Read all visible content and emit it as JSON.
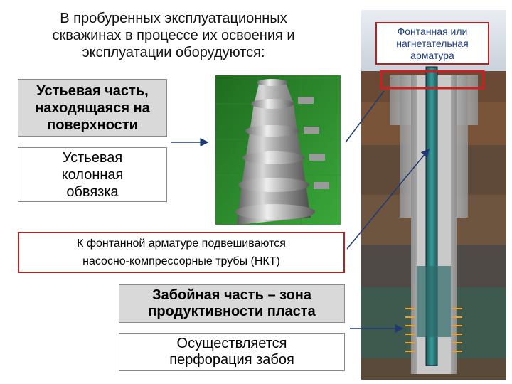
{
  "title": {
    "line1": "В пробуренных эксплуатационных",
    "line2": "скважинах в процессе их освоения и",
    "line3": "эксплуатации оборудуются:"
  },
  "wellhead": {
    "line1": "Устьевая часть,",
    "line2": "находящаяся на",
    "line3": "поверхности"
  },
  "column_binding": {
    "line1": "Устьевая",
    "line2": "колонная",
    "line3": "обвязка"
  },
  "tubing": {
    "line1": "К фонтанной арматуре подвешиваются",
    "line2": "насосно-компрессорные трубы (НКТ)"
  },
  "bottom": {
    "line1": "Забойная часть – зона",
    "line2": "продуктивности пласта"
  },
  "perforation": {
    "line1": "Осуществляется",
    "line2": "перфорация забоя"
  },
  "christmas_tree": {
    "line1": "Фонтанная или",
    "line2": "нагнетательная",
    "line3": "арматура"
  },
  "colors": {
    "label_text": "#1a3a8a",
    "frame_red": "#b22222",
    "gray_fill": "#d9d9d9",
    "arrow_blue": "#1f3a73",
    "tubing_teal": "#2a7a7a",
    "photo_green": "#2f8f2f"
  }
}
